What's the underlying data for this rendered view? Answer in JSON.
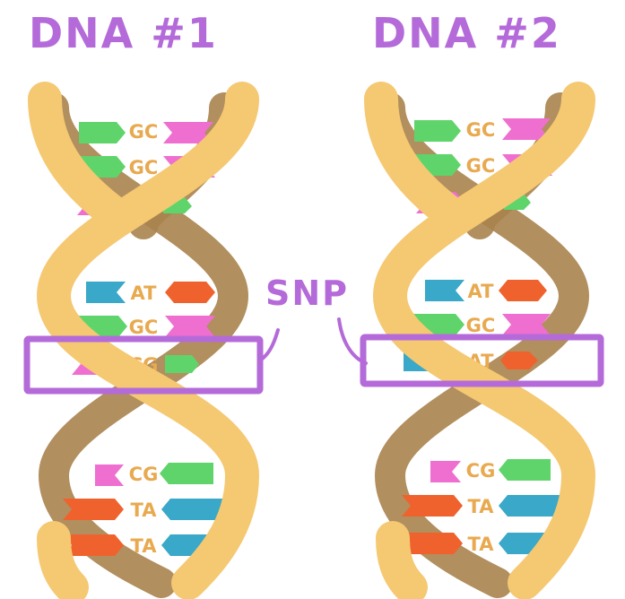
{
  "dna_1": {
    "title": "DNA #1",
    "pairs_upper": [
      "GC",
      "GC",
      "CG"
    ],
    "pairs_middle": [
      "AT",
      "GC",
      "CG"
    ],
    "pairs_lower": [
      "CG",
      "TA",
      "TA"
    ]
  },
  "dna_2": {
    "title": "DNA #2",
    "pairs_upper": [
      "GC",
      "GC",
      "CG"
    ],
    "pairs_middle": [
      "AT",
      "GC",
      "AT"
    ],
    "pairs_lower": [
      "CG",
      "TA",
      "TA"
    ]
  },
  "snp_label": "SNP",
  "colors": {
    "title": "#b46bd9",
    "highlight_box": "#b46bd9",
    "backbone_front": "#f5c872",
    "backbone_back": "#a8834c",
    "letters": "#e8a94f",
    "base_G": "#5fd46a",
    "base_C": "#ef6fd0",
    "base_A": "#3aa8c8",
    "base_T": "#f0622d"
  }
}
